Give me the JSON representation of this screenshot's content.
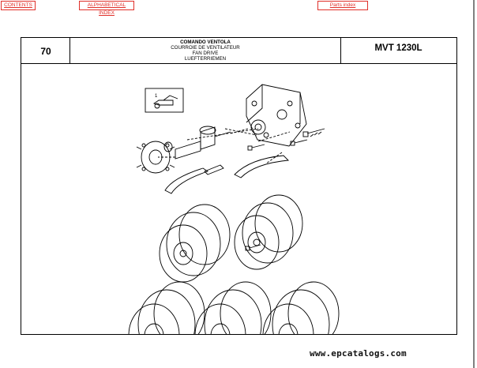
{
  "nav": {
    "contents": "CONTENTS",
    "alphabetical_index": "ALPHABETICAL INDEX",
    "parts_index": "Parts index"
  },
  "header": {
    "page_number": "70",
    "titles": [
      "COMANDO VENTOLA",
      "COURROIE DE VENTILATEUR",
      "FAN DRIVE",
      "LUEFTERRIEMEN"
    ],
    "model": "MVT 1230L"
  },
  "diagram": {
    "callout": "1"
  },
  "footer": {
    "url": "www.epcatalogs.com"
  },
  "colors": {
    "link": "#e0302a",
    "line": "#000000"
  }
}
